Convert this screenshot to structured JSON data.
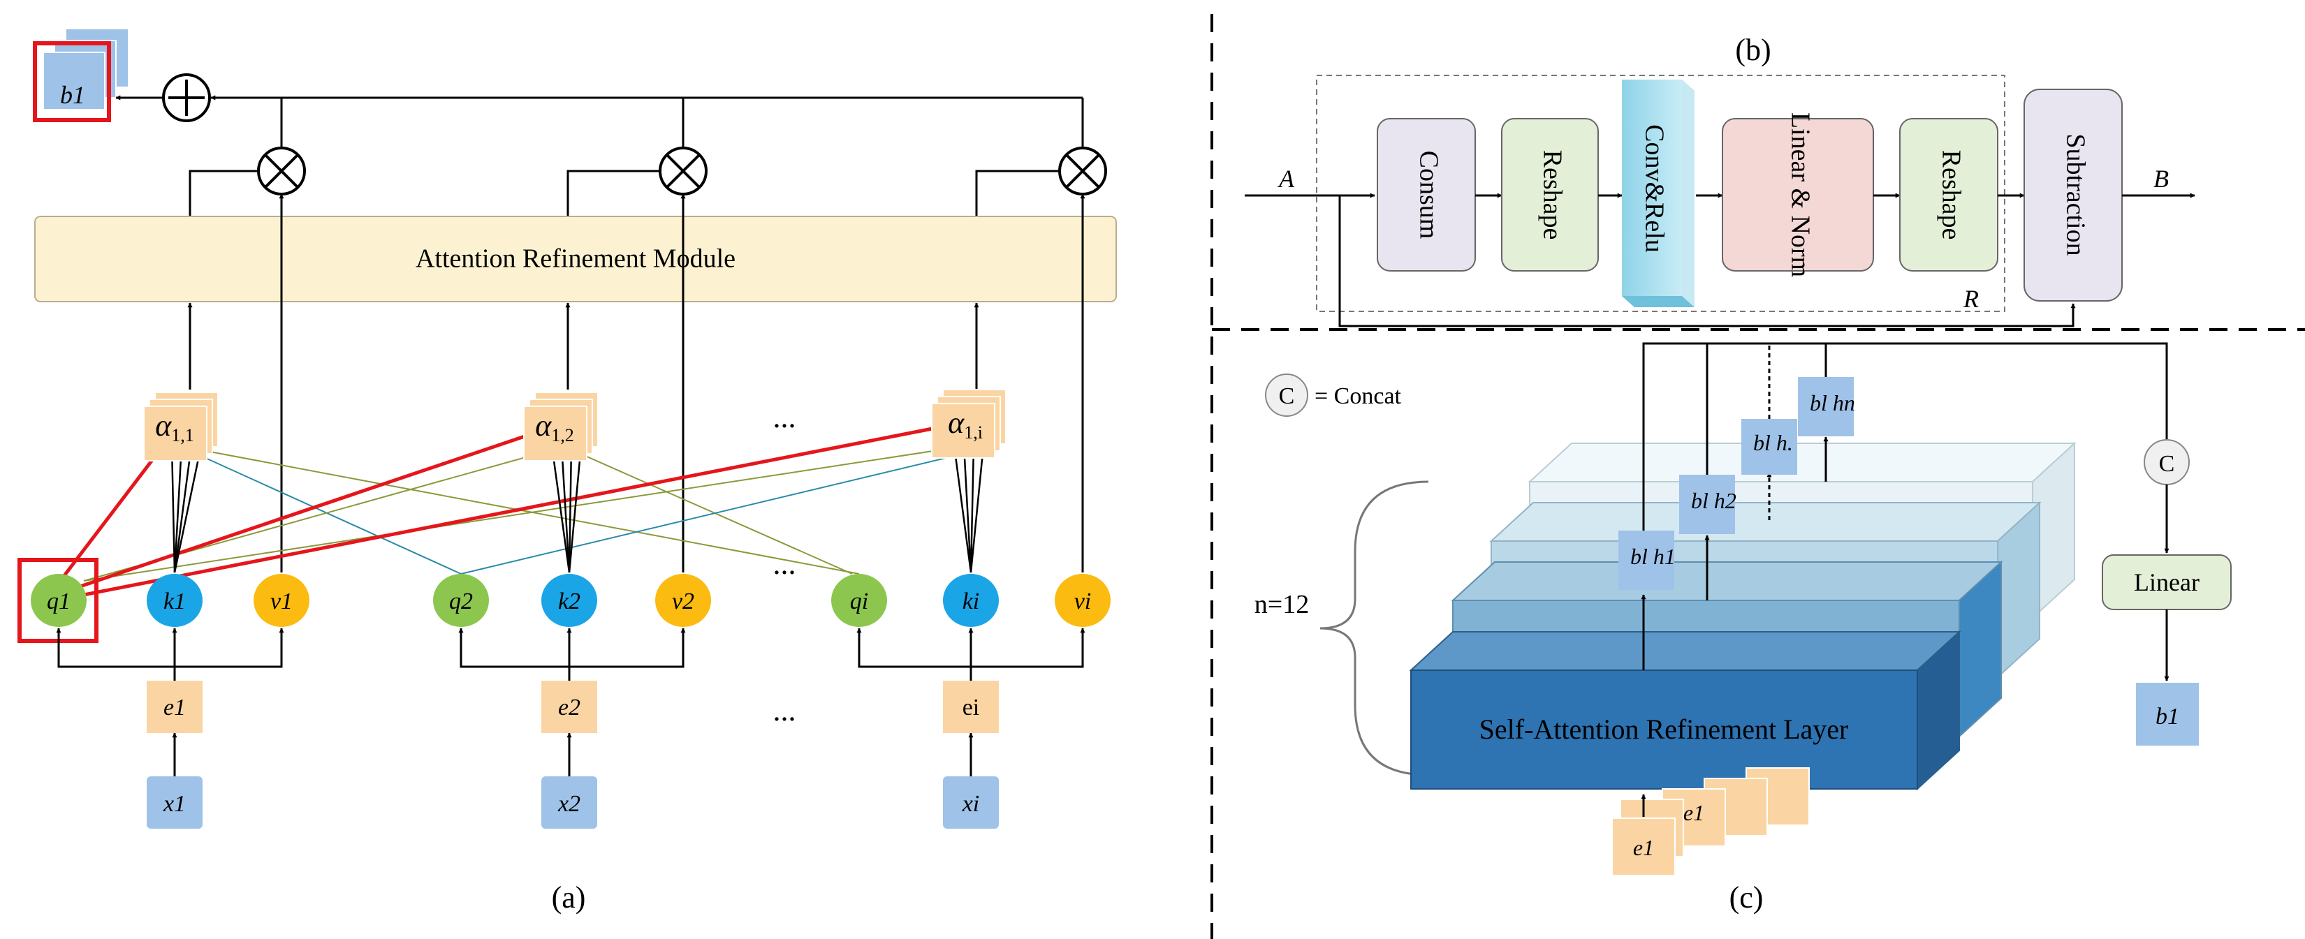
{
  "panel_a": {
    "caption": "(a)",
    "module_label": "Attention Refinement Module",
    "output_label": "b1",
    "alphas": [
      {
        "sym": "α",
        "sub": "1,1"
      },
      {
        "sym": "α",
        "sub": "1,2"
      },
      {
        "sym": "α",
        "sub": "1,i"
      }
    ],
    "groups": [
      {
        "q": "q1",
        "k": "k1",
        "v": "v1",
        "e": "e1",
        "x": "x1"
      },
      {
        "q": "q2",
        "k": "k2",
        "v": "v2",
        "e": "e2",
        "x": "x2"
      },
      {
        "q": "qi",
        "k": "ki",
        "v": "vi",
        "e": "ei",
        "x": "xi"
      }
    ],
    "ellipsis": "...",
    "colors": {
      "q": "#8cc64f",
      "k": "#1aa5e6",
      "v": "#fbbb10",
      "e": "#fad5a3",
      "x": "#9fc2e8",
      "module": "#fcf2d1",
      "highlight": "#e5161b"
    }
  },
  "panel_b": {
    "caption": "(b)",
    "input": "A",
    "output": "B",
    "residual": "R",
    "blocks": [
      "Consum",
      "Reshape",
      "Conv&Relu",
      "Linear & Norm",
      "Reshape",
      "Subtraction"
    ]
  },
  "panel_c": {
    "caption": "(c)",
    "legend_symbol": "C",
    "legend_text": "= Concat",
    "repeat_label": "n=12",
    "layer_label": "Self-Attention Refinement Layer",
    "concat_symbol": "C",
    "linear_label": "Linear",
    "output_label": "b1",
    "input_label": "e1",
    "hidden_labels": [
      "bl h1",
      "bl h2",
      "bl h.",
      "bl hn"
    ]
  }
}
